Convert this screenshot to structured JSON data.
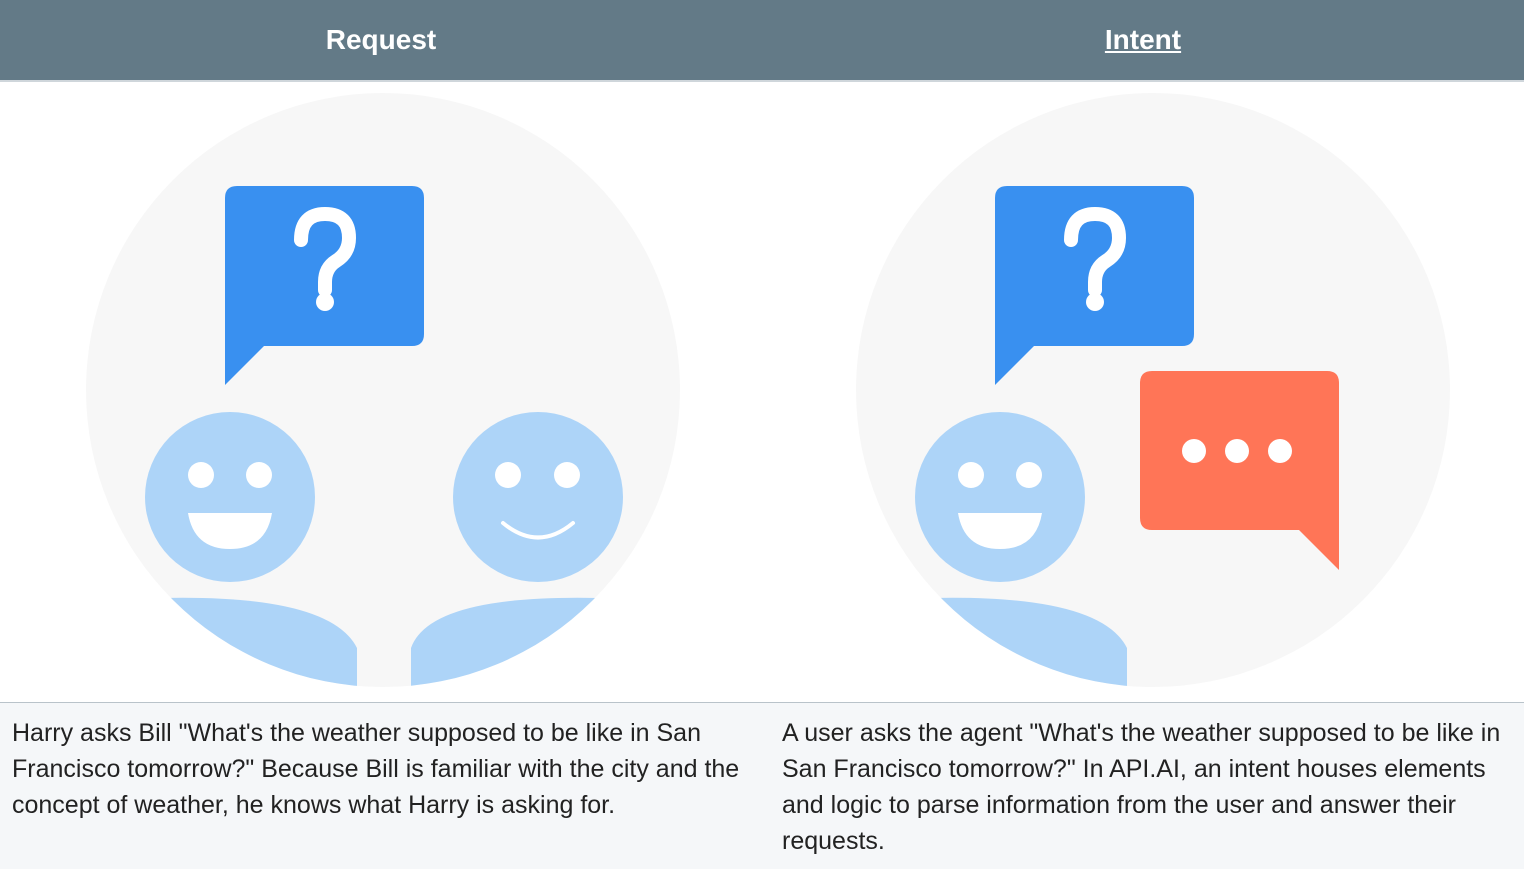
{
  "header": {
    "left_title": "Request",
    "right_title": "Intent"
  },
  "illustrations": {
    "left": {
      "icons": [
        "question-bubble-icon",
        "happy-face-icon",
        "smiling-face-icon"
      ]
    },
    "right": {
      "icons": [
        "question-bubble-icon",
        "happy-face-icon",
        "ellipsis-bubble-icon"
      ]
    },
    "colors": {
      "circle_bg": "#f7f7f7",
      "face": "#add4f8",
      "question_bubble": "#3990f0",
      "reply_bubble": "#ff7557",
      "white": "#ffffff"
    }
  },
  "captions": {
    "left": "Harry asks Bill \"What's the weather supposed to be like in San Francisco tomorrow?\" Because Bill is familiar with the city and the concept of weather, he knows what Harry is asking for.",
    "right": "A user asks the agent \"What's the weather supposed to be like in San Francisco tomorrow?\" In API.AI, an intent houses elements and logic to parse information from the user and answer their requests."
  }
}
